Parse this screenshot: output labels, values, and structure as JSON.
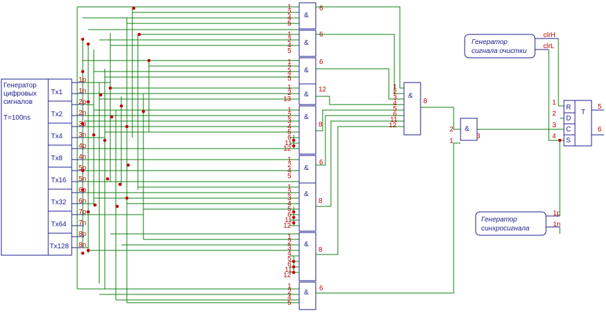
{
  "generator": {
    "title_lines": [
      "Генератор",
      "цифровых",
      "сигналов"
    ],
    "period": "T=100ns",
    "taps": [
      "Tx1",
      "Tx2",
      "Tx4",
      "Tx8",
      "Tx16",
      "Tx32",
      "Tx64",
      "Tx128"
    ],
    "pins": [
      "1p",
      "1n",
      "2p",
      "2n",
      "3p",
      "3n",
      "4p",
      "4n",
      "5p",
      "5n",
      "6p",
      "6n",
      "7p",
      "7n",
      "8p",
      "8n"
    ]
  },
  "and_gates": [
    {
      "symbol": "&",
      "inputs": [
        "1",
        "2",
        "4",
        "5"
      ],
      "output": "6"
    },
    {
      "symbol": "&",
      "inputs": [
        "1",
        "2",
        "4",
        "5"
      ],
      "output": "6"
    },
    {
      "symbol": "&",
      "inputs": [
        "1",
        "2",
        "4",
        "5"
      ],
      "output": "6"
    },
    {
      "symbol": "&",
      "inputs": [
        "1",
        "2",
        "13"
      ],
      "output": "12"
    },
    {
      "symbol": "&",
      "inputs": [
        "1",
        "2",
        "3",
        "4",
        "5",
        "6",
        "11",
        "12"
      ],
      "output": "8"
    },
    {
      "symbol": "&",
      "inputs": [
        "1",
        "2",
        "4",
        "5"
      ],
      "output": "6"
    },
    {
      "symbol": "&",
      "inputs": [
        "1",
        "2",
        "3",
        "4",
        "5",
        "6",
        "11",
        "12"
      ],
      "output": "8"
    },
    {
      "symbol": "&",
      "inputs": [
        "1",
        "2",
        "3",
        "4",
        "5",
        "6",
        "11",
        "12"
      ],
      "output": "8"
    },
    {
      "symbol": "&",
      "inputs": [
        "1",
        "2",
        "4",
        "5"
      ],
      "output": "6"
    }
  ],
  "combiner_gate": {
    "symbol": "&",
    "inputs": [
      "1",
      "2",
      "3",
      "4",
      "5",
      "6",
      "11",
      "12"
    ],
    "output": "8"
  },
  "final_gate": {
    "symbol": "&",
    "inputs": [
      "2",
      "1"
    ],
    "output": "3"
  },
  "clear_generator": {
    "lines": [
      "Генератор",
      "сигнала очистки"
    ],
    "outputs": [
      "clrH",
      "clrL"
    ]
  },
  "sync_generator": {
    "lines": [
      "Генератор",
      "синхросигнала"
    ],
    "outputs": [
      "1p",
      "1n"
    ]
  },
  "flipflop": {
    "symbol": "T",
    "inputs": [
      "R",
      "D",
      "C",
      "S"
    ],
    "in_pins": [
      "1",
      "2",
      "3",
      "4"
    ],
    "out_pins": [
      "5",
      "6"
    ]
  }
}
